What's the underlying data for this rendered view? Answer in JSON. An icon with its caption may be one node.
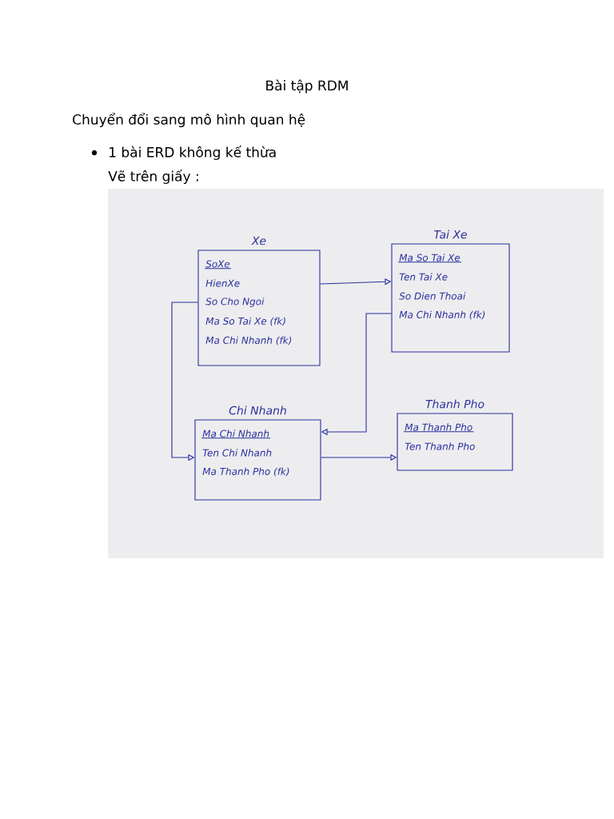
{
  "diagram": {
    "title": "Bài tập RDM",
    "nodes": [
      {
        "text": [
          "Xe",
          "SoXe",
          "HienXe",
          "So Cho Ngoi",
          "Ma So Tai Xe (fk)",
          "Ma Chi Nhanh (fk)"
        ]
      },
      {
        "text": [
          "Tai Xe",
          "Ma So Tai Xe",
          "Ten Tai Xe",
          "So Dien Thoai",
          "Ma Chi Nhanh (fk)"
        ]
      },
      {
        "text": [
          "Chi Nhanh",
          "Ma Chi Nhanh",
          "Ten Chi Nhanh",
          "Ma Thanh Pho (fk)"
        ]
      },
      {
        "text": [
          "Thanh Pho",
          "Ma Thanh Pho",
          "Ten Thanh Pho"
        ]
      }
    ],
    "edges": [
      {
        "from": 0,
        "to": 1,
        "arrow": "to"
      },
      {
        "from": 0,
        "to": 2,
        "arrow": "to"
      },
      {
        "from": 1,
        "to": 2,
        "arrow": "to"
      },
      {
        "from": 2,
        "to": 3,
        "arrow": "to"
      }
    ],
    "labels": [
      "Chuyển đổi sang mô hình quan hệ",
      "1 bài ERD không kế thừa",
      "Vẽ trên giấy :"
    ]
  }
}
